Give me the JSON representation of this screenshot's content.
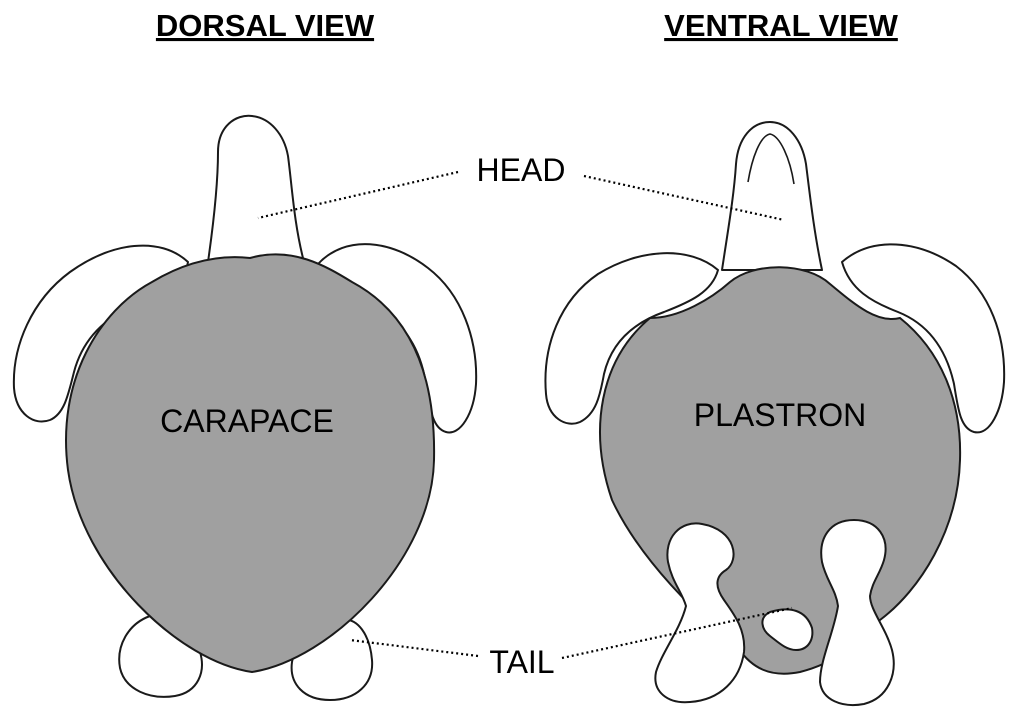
{
  "headings": {
    "dorsal": "DORSAL VIEW",
    "ventral": "VENTRAL VIEW"
  },
  "labels": {
    "carapace": "CARAPACE",
    "plastron": "PLASTRON",
    "head": "HEAD",
    "tail": "TAIL"
  },
  "colors": {
    "shell": "#a0a0a0",
    "outline": "#1a1a1a",
    "background": "#ffffff"
  }
}
